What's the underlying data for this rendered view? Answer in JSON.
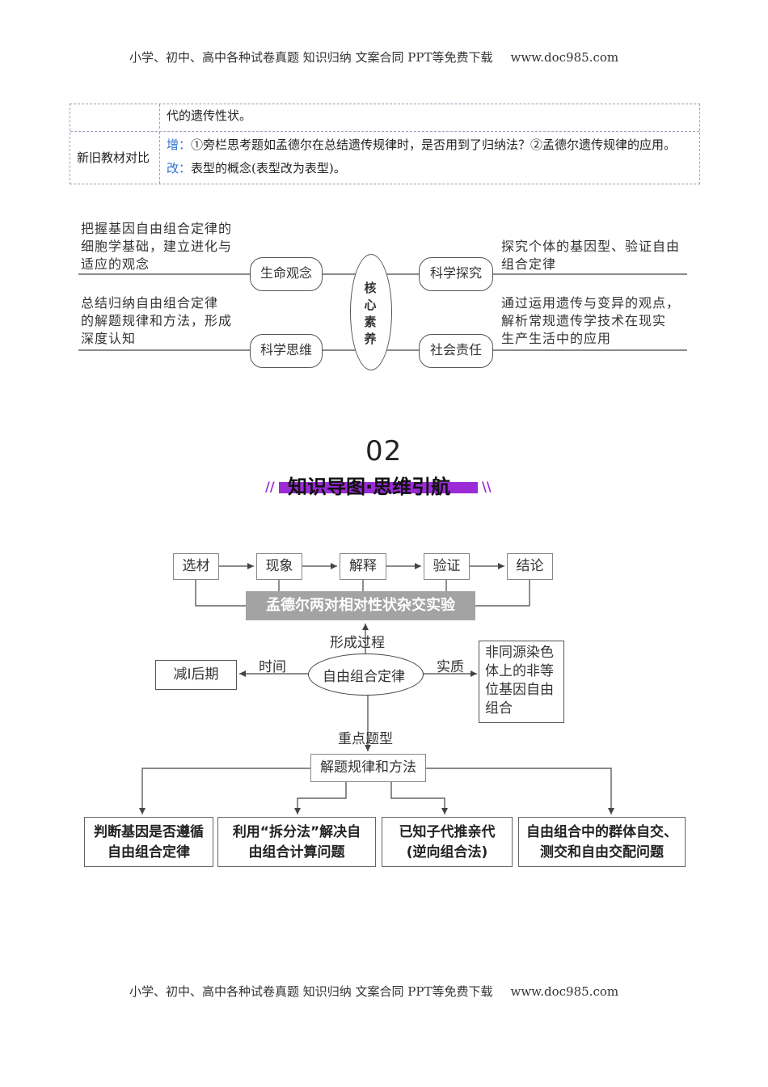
{
  "header": {
    "text": "小学、初中、高中各种试卷真题  知识归纳  文案合同  PPT等免费下载",
    "site": "www.doc985.com"
  },
  "footer": {
    "text": "小学、初中、高中各种试卷真题  知识归纳  文案合同  PPT等免费下载",
    "site": "www.doc985.com"
  },
  "table": {
    "row1_cont": "代的遗传性状。",
    "row2_label": "新旧教材对比",
    "add_prefix": "增：",
    "add_text": "①旁栏思考题如孟德尔在总结遗传规律时，是否用到了归纳法？②孟德尔遗传规律的应用。",
    "change_prefix": "改：",
    "change_text": "表型的概念(表型改为表型)。"
  },
  "core": {
    "center": [
      "核",
      "心",
      "素",
      "养"
    ],
    "nodes": {
      "life": "生命观念",
      "thinking": "科学思维",
      "inquiry": "科学探究",
      "social": "社会责任"
    },
    "texts": {
      "life": [
        "把握基因自由组合定律的",
        "细胞学基础，建立进化与",
        "适应的观念"
      ],
      "thinking": [
        "总结归纳自由组合定律",
        "的解题规律和方法，形成",
        "深度认知"
      ],
      "inquiry": [
        "探究个体的基因型、验证自由",
        "组合定律"
      ],
      "social": [
        "通过运用遗传与变异的观点，",
        "解析常规遗传学技术在现实",
        "生产生活中的应用"
      ]
    }
  },
  "section": {
    "number": "02",
    "title": "知识导图·思维引航"
  },
  "flow": {
    "steps": [
      "选材",
      "现象",
      "解释",
      "验证",
      "结论"
    ],
    "experiment": "孟德尔两对相对性状杂交实验",
    "formed_label": "形成过程",
    "center": "自由组合定律",
    "time_label": "时间",
    "time_box": "减Ⅰ后期",
    "essence_label": "实质",
    "essence_box": [
      "非同源染色",
      "体上的非等",
      "位基因自由",
      "组合"
    ],
    "key_label": "重点题型",
    "method_box": "解题规律和方法",
    "bottom": [
      [
        "判断基因是否遵循",
        "自由组合定律"
      ],
      [
        "利用“拆分法”解决自",
        "由组合计算问题"
      ],
      [
        "已知子代推亲代",
        "(逆向组合法)"
      ],
      [
        "自由组合中的群体自交、",
        "测交和自由交配问题"
      ]
    ]
  }
}
